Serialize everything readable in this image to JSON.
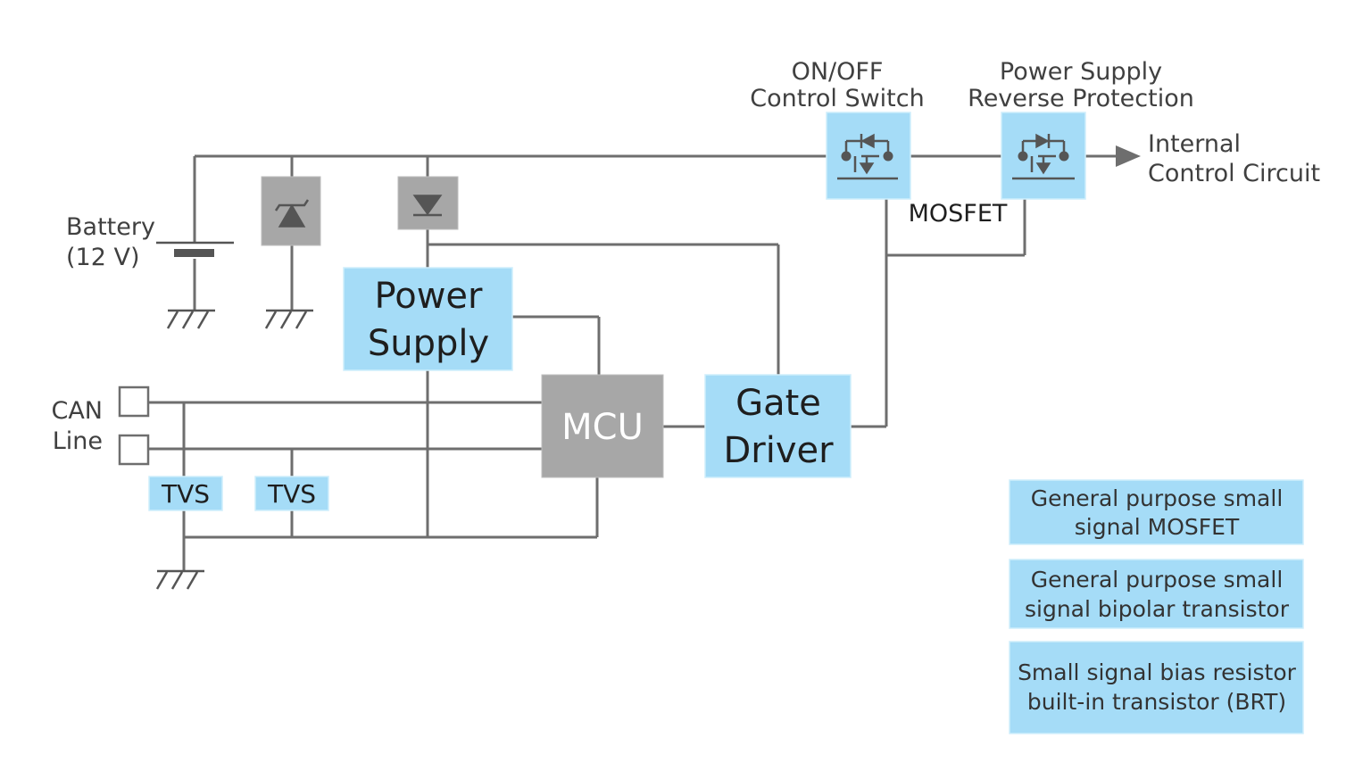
{
  "blocks": {
    "power_supply": [
      "Power",
      "Supply"
    ],
    "mcu": "MCU",
    "gate_driver": [
      "Gate",
      "Driver"
    ],
    "tvs1": "TVS",
    "tvs2": "TVS"
  },
  "labels": {
    "battery": [
      "Battery",
      "(12 V)"
    ],
    "can_line": [
      "CAN",
      "Line"
    ],
    "on_off_switch": [
      "ON/OFF",
      "Control Switch"
    ],
    "reverse_protection": [
      "Power Supply",
      "Reverse Protection"
    ],
    "mosfet": "MOSFET",
    "internal_circuit": [
      "Internal",
      "Control Circuit"
    ]
  },
  "legend": [
    [
      "General purpose small",
      "signal MOSFET"
    ],
    [
      "General purpose small",
      "signal bipolar transistor"
    ],
    [
      "Small signal bias resistor",
      "built-in transistor (BRT)"
    ]
  ],
  "colors": {
    "highlight_block": "#a5dcf7",
    "gray_block": "#a7a7a7",
    "wire": "#6e6e6e"
  }
}
